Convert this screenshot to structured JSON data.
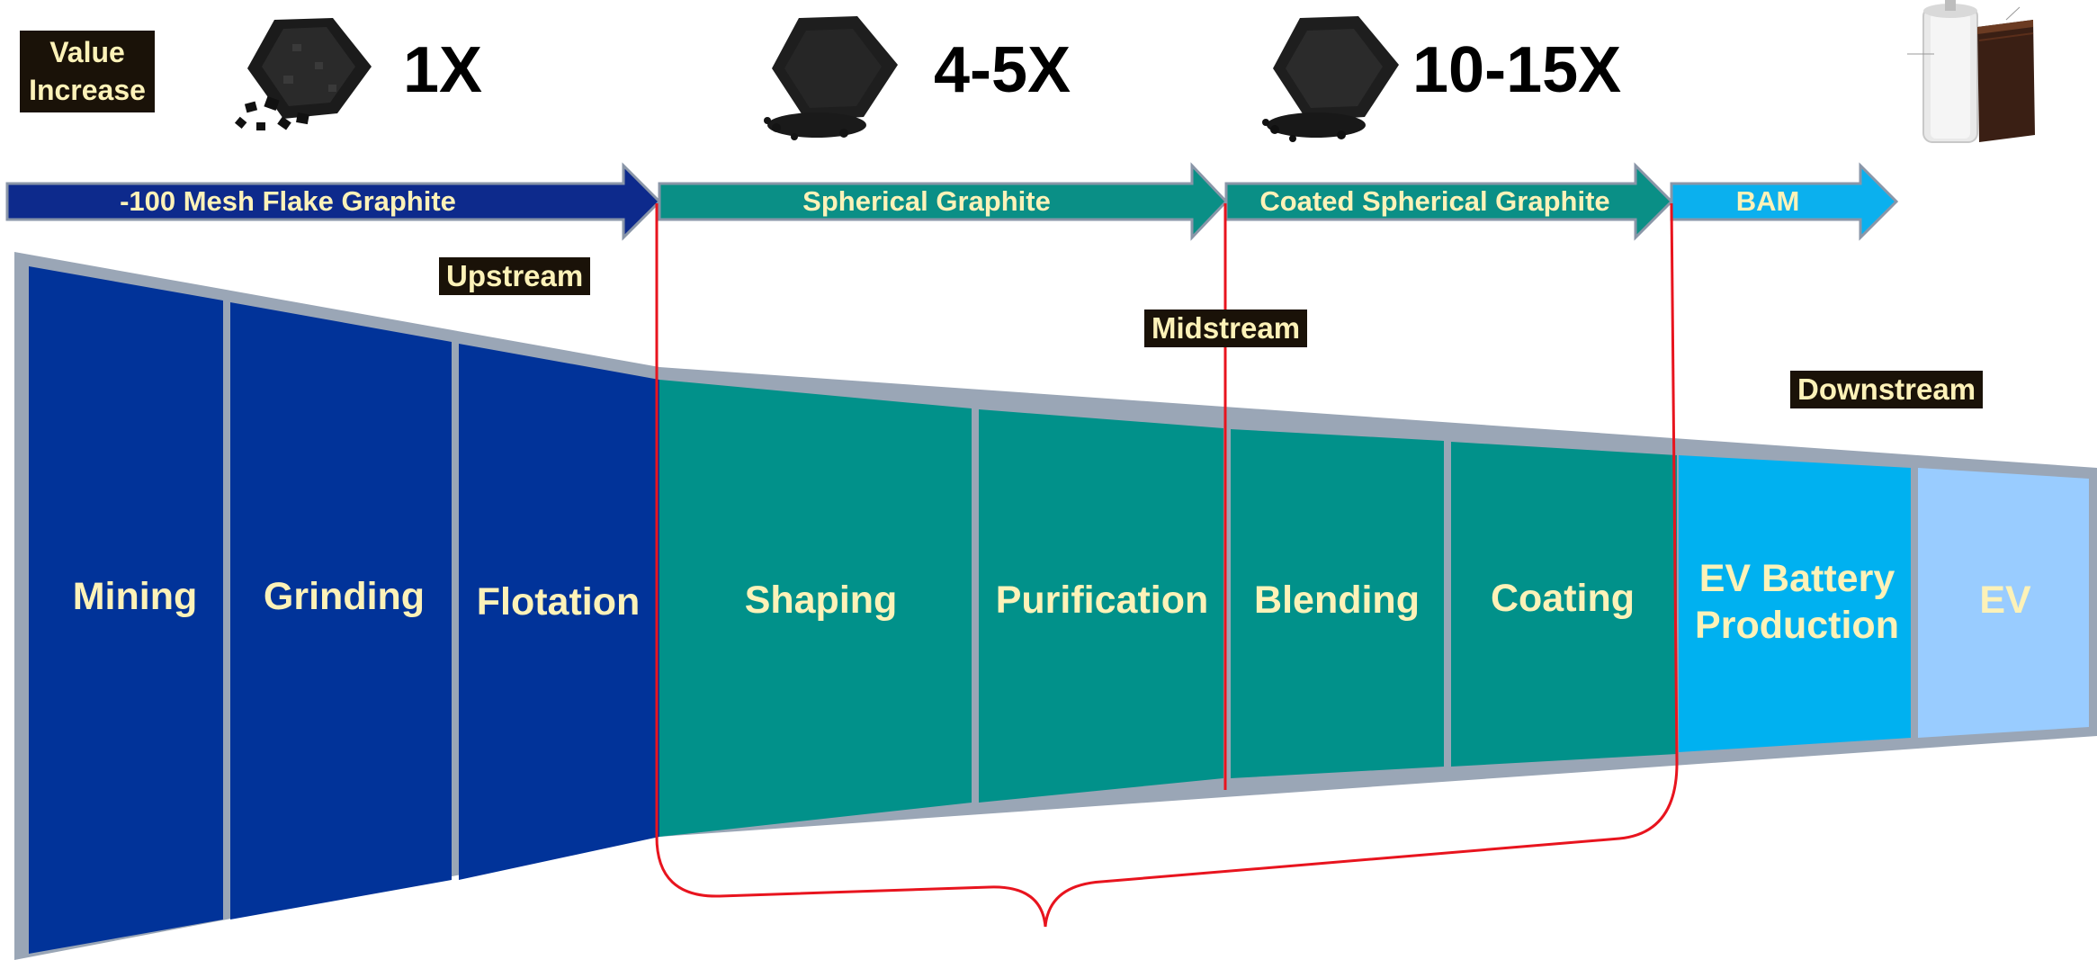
{
  "value_label": "Value Increase",
  "multipliers": [
    "1X",
    "4-5X",
    "10-15X"
  ],
  "product_arrows": [
    {
      "label": "-100  Mesh Flake Graphite",
      "color": "#0d2a8c"
    },
    {
      "label": "Spherical Graphite",
      "color": "#0a8f86"
    },
    {
      "label": "Coated Spherical Graphite",
      "color": "#0a8f86"
    },
    {
      "label": "BAM",
      "color": "#0bb0ee"
    }
  ],
  "stream_labels": {
    "upstream": "Upstream",
    "midstream": "Midstream",
    "downstream": "Downstream"
  },
  "stages": [
    {
      "label": "Mining",
      "color": "#013399"
    },
    {
      "label": "Grinding",
      "color": "#013399"
    },
    {
      "label": "Flotation",
      "color": "#013399"
    },
    {
      "label": "Shaping",
      "color": "#01918a"
    },
    {
      "label": "Purification",
      "color": "#01918a"
    },
    {
      "label": "Blending",
      "color": "#01918a"
    },
    {
      "label": "Coating",
      "color": "#01918a"
    },
    {
      "label": "EV Battery Production",
      "color": "#00b1f0"
    },
    {
      "label": "EV",
      "color": "#99ccff"
    }
  ],
  "colors": {
    "funnel_border": "#9aa6b6",
    "label_text": "#fdf2b8",
    "bracket": "#e8141e",
    "tag_background": "#1a1208"
  },
  "images": {
    "graphite_flake": "graphite-flake-pile-icon",
    "graphite_powder": "graphite-powder-pile-icon",
    "coated_graphite": "coated-graphite-pile-icon",
    "battery_cell": "battery-cell-cutaway-icon"
  }
}
